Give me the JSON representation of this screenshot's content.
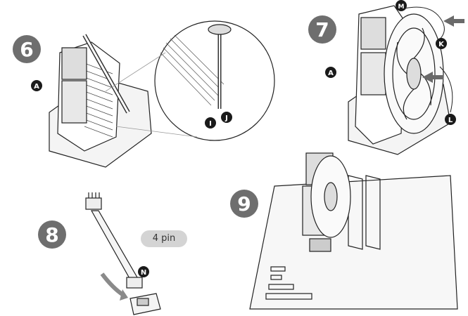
{
  "steps": [
    {
      "number": "6",
      "markers": [
        "A",
        "I",
        "J"
      ]
    },
    {
      "number": "7",
      "markers": [
        "A",
        "M",
        "K",
        "L"
      ]
    },
    {
      "number": "8",
      "markers": [
        "N"
      ]
    },
    {
      "number": "9",
      "markers": []
    }
  ],
  "connector_label": "4 pin",
  "colors": {
    "step_badge": "#6e6e6e",
    "marker": "#1a1a1a",
    "arrow": "#6a6a6a",
    "label_bg": "#d4d4d4"
  }
}
